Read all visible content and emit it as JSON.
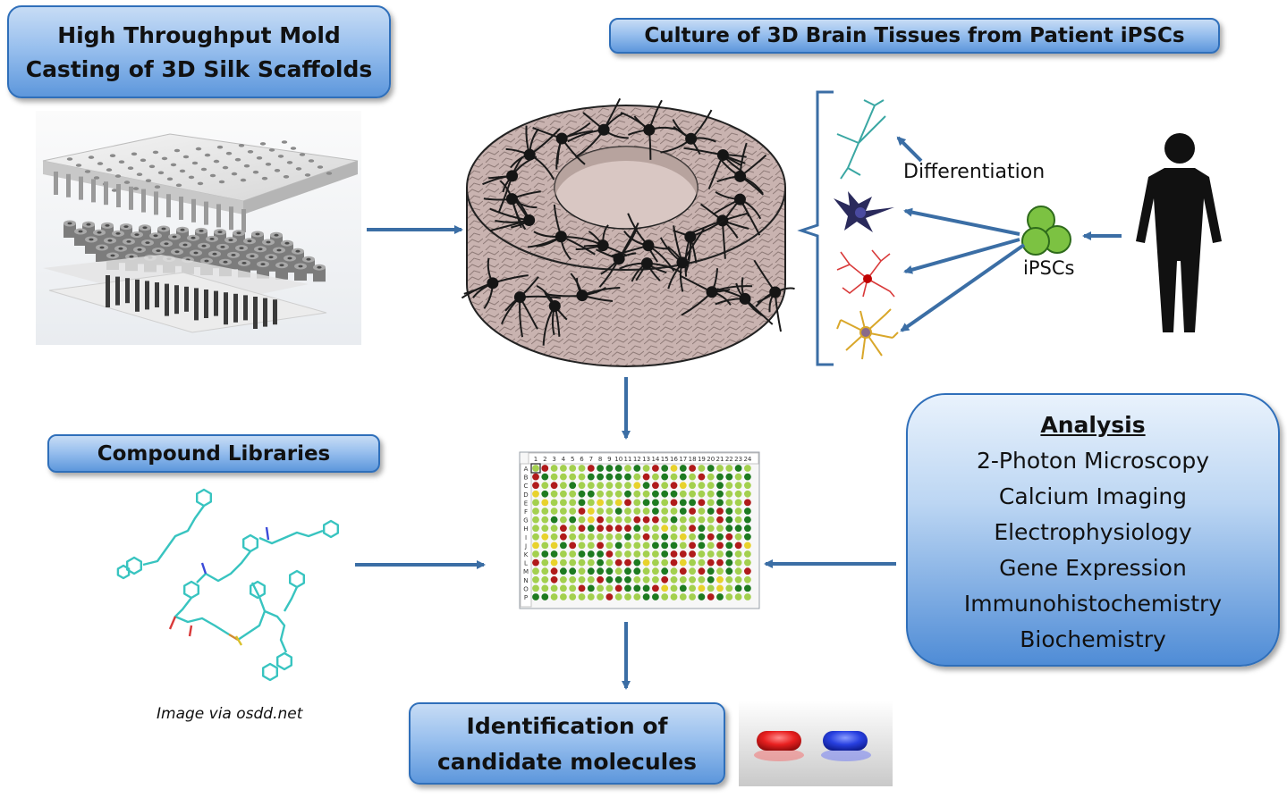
{
  "boxes": {
    "mold": [
      "High Throughput Mold",
      "Casting of 3D Silk Scaffolds"
    ],
    "culture": "Culture of 3D Brain Tissues from Patient iPSCs",
    "compound": "Compound Libraries",
    "identification": [
      "Identification of",
      "candidate molecules"
    ]
  },
  "analysis": {
    "title": "Analysis",
    "items": [
      "2-Photon Microscopy",
      "Calcium Imaging",
      "Electrophysiology",
      "Gene Expression",
      "Immunohistochemistry",
      "Biochemistry"
    ]
  },
  "labels": {
    "differentiation": "Differentiation",
    "ipscs": "iPSCs",
    "image_credit": "Image via osdd.net"
  },
  "plate": {
    "columns": [
      "1",
      "2",
      "3",
      "4",
      "5",
      "6",
      "7",
      "8",
      "9",
      "10",
      "11",
      "12",
      "13",
      "14",
      "15",
      "16",
      "17",
      "18",
      "19",
      "20",
      "21",
      "22",
      "23",
      "24"
    ],
    "rows": [
      "A",
      "B",
      "C",
      "D",
      "E",
      "F",
      "G",
      "H",
      "I",
      "J",
      "K",
      "L",
      "M",
      "N",
      "O",
      "P"
    ]
  },
  "colors": {
    "arrow": "#3b6ea5",
    "box_border": "#2f6fba",
    "ipsc_green": "#7cc242",
    "neuron_teal": "#3aa7a3",
    "neuron_navy": "#2a2a5c",
    "neuron_red": "#d93a3a",
    "neuron_gold": "#d9a72a",
    "well_dark_green": "#1d7a20",
    "well_light_green": "#a3d04e",
    "well_red": "#b01a1a",
    "well_yellow": "#e8d22c",
    "pill_red": "#e82020",
    "pill_blue": "#2840e0"
  }
}
